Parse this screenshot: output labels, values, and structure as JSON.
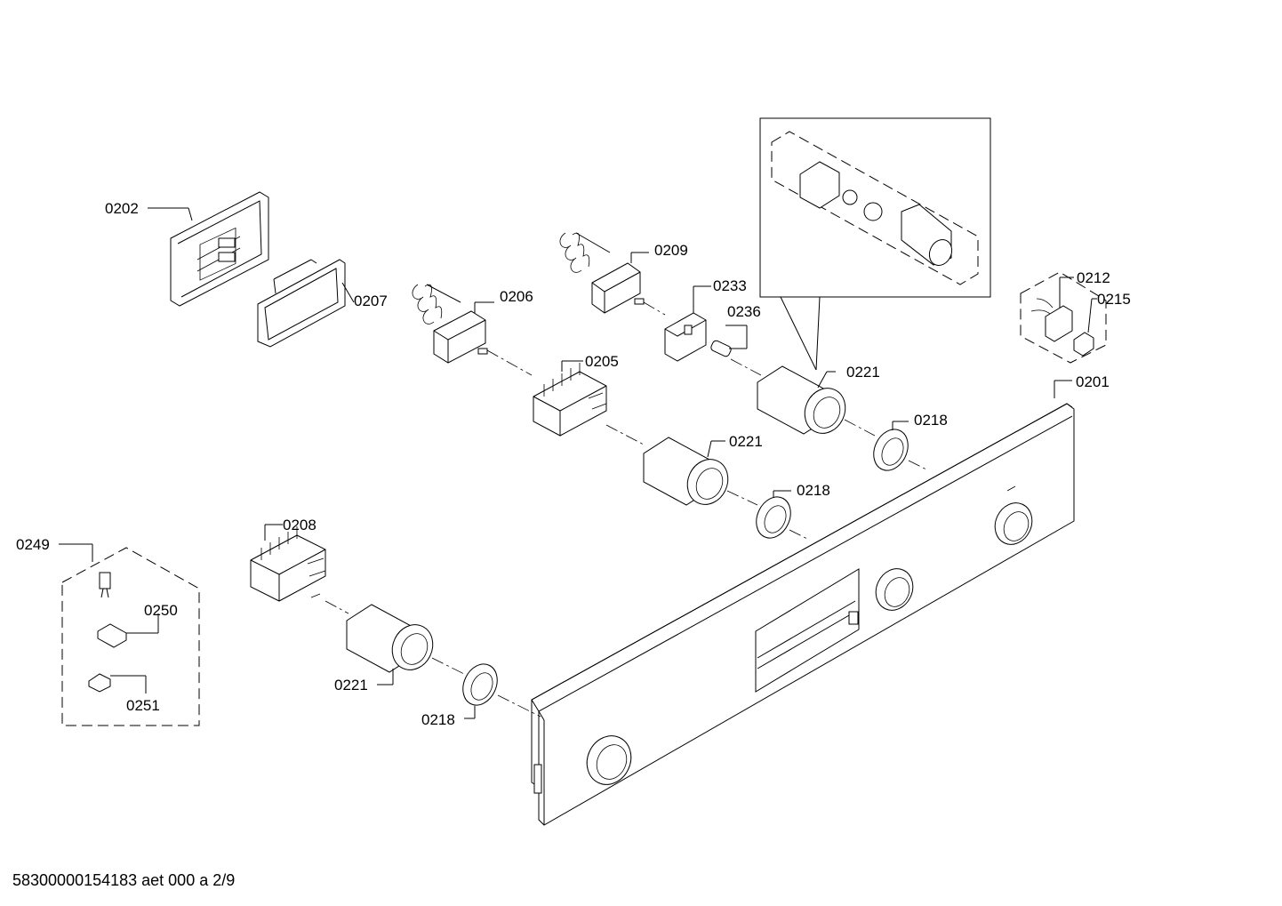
{
  "labels": {
    "l0201": "0201",
    "l0202": "0202",
    "l0205": "0205",
    "l0206": "0206",
    "l0207": "0207",
    "l0208": "0208",
    "l0209": "0209",
    "l0212": "0212",
    "l0215": "0215",
    "l0218a": "0218",
    "l0218b": "0218",
    "l0218c": "0218",
    "l0221a": "0221",
    "l0221b": "0221",
    "l0221c": "0221",
    "l0233": "0233",
    "l0236": "0236",
    "l0249": "0249",
    "l0250": "0250",
    "l0251": "0251"
  },
  "footer": "58300000154183 aet 000 a 2/9"
}
